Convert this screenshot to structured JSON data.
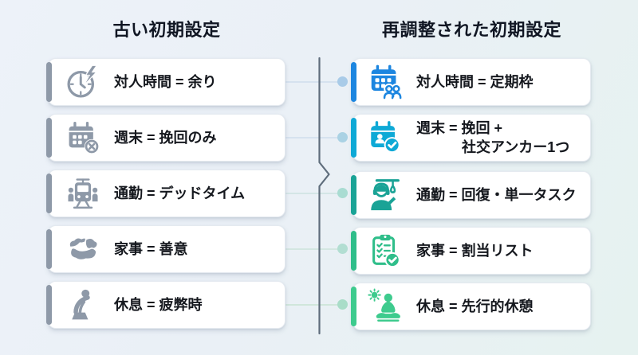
{
  "palette": {
    "background_left": "#edf2f9",
    "background_right": "#e6f2f0",
    "card_bg": "#ffffff",
    "text": "#15181e",
    "title_text": "#101623",
    "divider": "#5f6d7c"
  },
  "left_column": {
    "title": "古い初期設定",
    "accent": "#8e99a8",
    "items": [
      {
        "icon": "clock-bolt-icon",
        "label": "対人時間 = 余り"
      },
      {
        "icon": "calendar-x-icon",
        "label": "週末 = 挽回のみ"
      },
      {
        "icon": "tram-commute-icon",
        "label": "通勤 = デッドタイム"
      },
      {
        "icon": "laundry-pile-icon",
        "label": "家事 = 善意"
      },
      {
        "icon": "slumped-person-icon",
        "label": "休息 = 疲弊時"
      }
    ]
  },
  "right_column": {
    "title": "再調整された初期設定",
    "items": [
      {
        "icon": "calendar-people-icon",
        "label": "対人時間 = 定期枠",
        "accent": "#1d86e0"
      },
      {
        "icon": "calendar-person-check-icon",
        "label": "週末 = 挽回 +",
        "label_line2": "社交アンカー1つ",
        "accent": "#0ea9d6"
      },
      {
        "icon": "commuter-headset-icon",
        "label": "通勤 = 回復・単一タスク",
        "accent": "#1aa396"
      },
      {
        "icon": "clipboard-check-icon",
        "label": "家事 = 割当リスト",
        "accent": "#2fbe8a"
      },
      {
        "icon": "meditation-sun-icon",
        "label": "休息 = 先行的休憩",
        "accent": "#3ecb8e"
      }
    ]
  },
  "connectors": [
    {
      "line": "#d6e2ef",
      "dot": "#a9cbe8"
    },
    {
      "line": "#d6e2ef",
      "dot": "#aad2e4"
    },
    {
      "line": "#d4e5e6",
      "dot": "#a9dcd2"
    },
    {
      "line": "#d3e6e1",
      "dot": "#b2ded2"
    },
    {
      "line": "#d0e6db",
      "dot": "#a9ddc8"
    }
  ]
}
